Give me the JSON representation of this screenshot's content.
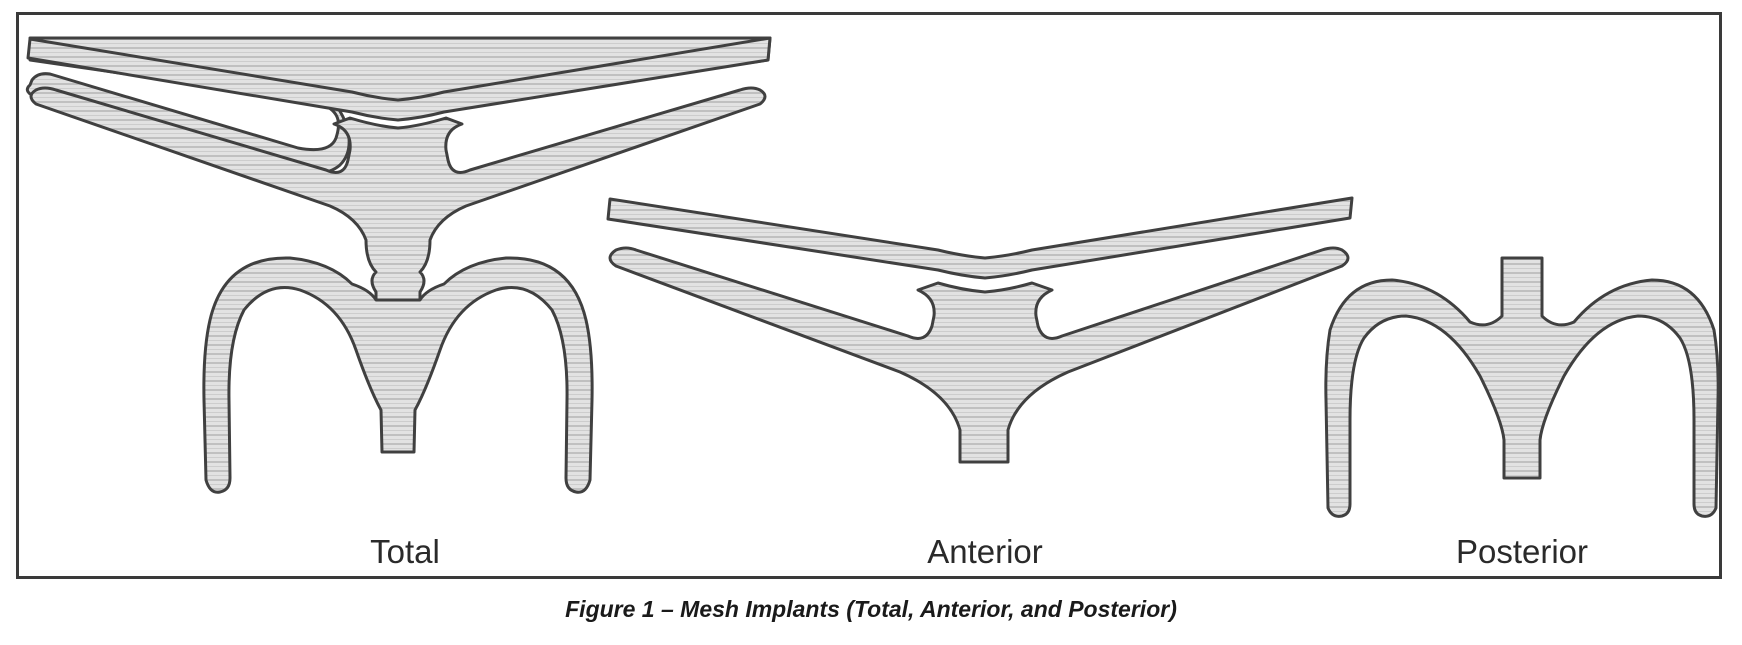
{
  "figure": {
    "labels": {
      "total": "Total",
      "anterior": "Anterior",
      "posterior": "Posterior"
    },
    "caption": "Figure 1 – Mesh Implants (Total, Anterior, and Posterior)"
  },
  "colors": {
    "frame": "#3a3a3a",
    "outline": "#404040",
    "mesh_fill": "#e2e2e2",
    "mesh_line": "#b8b8b8",
    "text": "#2a2a2a"
  }
}
